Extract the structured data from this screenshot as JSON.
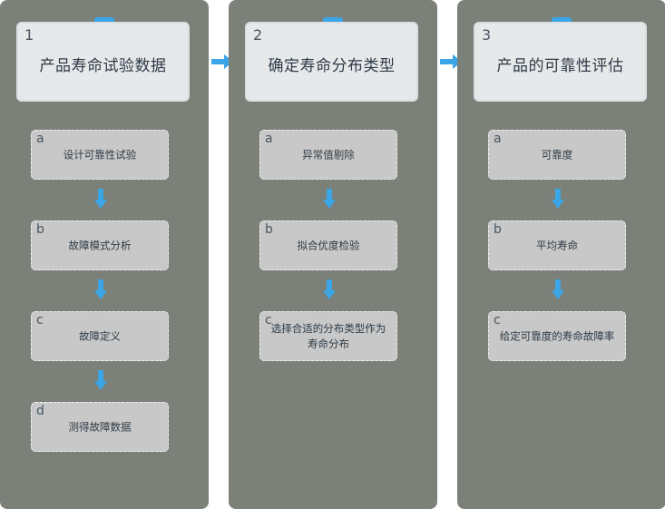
{
  "columns": [
    {
      "number": "1",
      "title": "产品寿命试验数据",
      "steps": [
        {
          "letter": "a",
          "label": "设计可靠性试验"
        },
        {
          "letter": "b",
          "label": "故障模式分析"
        },
        {
          "letter": "c",
          "label": "故障定义"
        },
        {
          "letter": "d",
          "label": "测得故障数据"
        }
      ]
    },
    {
      "number": "2",
      "title": "确定寿命分布类型",
      "steps": [
        {
          "letter": "a",
          "label": "异常值剔除"
        },
        {
          "letter": "b",
          "label": "拟合优度检验"
        },
        {
          "letter": "c",
          "label": "选择合适的分布类型作为寿命分布"
        }
      ]
    },
    {
      "number": "3",
      "title": "产品的可靠性评估",
      "steps": [
        {
          "letter": "a",
          "label": "可靠度"
        },
        {
          "letter": "b",
          "label": "平均寿命"
        },
        {
          "letter": "c",
          "label": "给定可靠度的寿命故障率"
        }
      ]
    }
  ],
  "colors": {
    "column_bg": "#7b8078",
    "header_bg": "#e6e8ea",
    "step_bg": "#c7c8c7",
    "arrow": "#3aa6e8",
    "text": "#2f3a46"
  }
}
